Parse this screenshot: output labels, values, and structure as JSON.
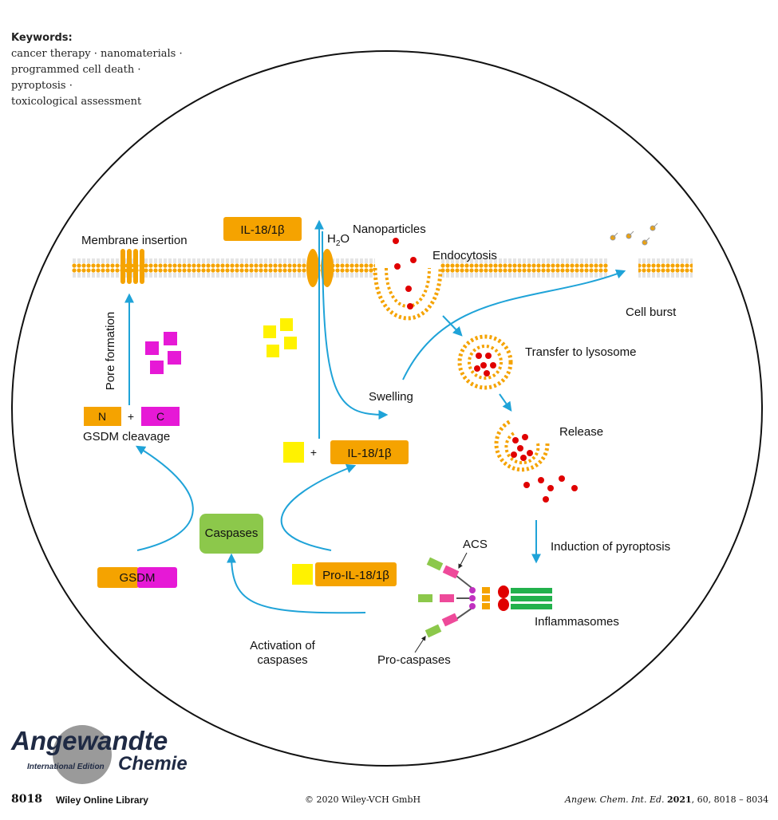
{
  "keywords": {
    "title": "Keywords:",
    "lines": [
      "cancer therapy · nanomaterials ·",
      "programmed cell death ·",
      "pyroptosis ·",
      "toxicological assessment"
    ]
  },
  "diagram": {
    "il18_top": "IL-18/1β",
    "h2o_main": "H",
    "h2o_sub": "2",
    "h2o_end": "O",
    "nanoparticles": "Nanoparticles",
    "membrane_insertion": "Membrane insertion",
    "endocytosis": "Endocytosis",
    "cell_burst": "Cell burst",
    "transfer_to_lysosome": "Transfer to lysosome",
    "pore_formation": "Pore formation",
    "swelling": "Swelling",
    "release": "Release",
    "gsdm_n": "N",
    "gsdm_c": "C",
    "plus": "+",
    "gsdm_cleavage": "GSDM cleavage",
    "il18_mature": "IL-18/1β",
    "caspases": "Caspases",
    "gsdm_left": "GS",
    "gsdm_right": "DM",
    "pro_il18": "Pro-IL-18/1β",
    "acs": "ACS",
    "induction_of_pyroptosis": "Induction of pyroptosis",
    "inflammasomes": "Inflammasomes",
    "activation_line1": "Activation of",
    "activation_line2": "caspases",
    "pro_caspases": "Pro-caspases"
  },
  "colors": {
    "orange": "#F5A300",
    "magenta": "#E619D6",
    "yellow": "#FFF200",
    "green": "#8CC84B",
    "arrow": "#1FA3D8",
    "red": "#E00000",
    "pink": "#EE4A9A",
    "dark_green": "#22B14C"
  },
  "footer": {
    "page_number": "8018",
    "library": "Wiley Online Library",
    "copyright": "© 2020 Wiley-VCH GmbH",
    "citation_journal": "Angew. Chem. Int. Ed.",
    "citation_year": "2021",
    "citation_rest": ", 60, 8018 – 8034"
  },
  "logo": {
    "name": "Angewandte",
    "edition": "International Edition",
    "chemie": "Chemie"
  }
}
